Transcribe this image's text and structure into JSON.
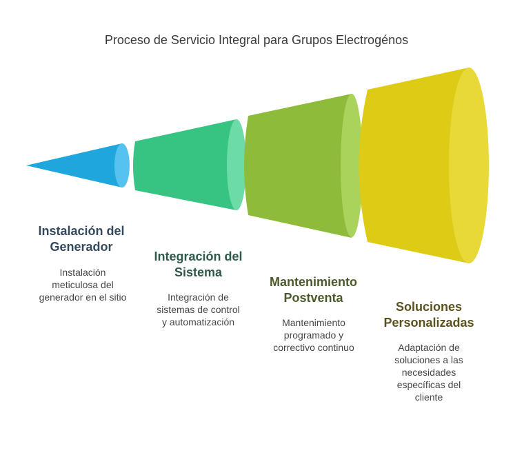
{
  "title": "Proceso de Servicio Integral para Grupos Electrogénos",
  "stages": [
    {
      "heading_line1": "Instalación del",
      "heading_line2": "Generador",
      "desc_lines": [
        "Instalación",
        "meticulosa del",
        "generador en el sitio"
      ],
      "color": "#1fa6dc",
      "rim_color": "#56c3ee",
      "heading_color": "#34495e"
    },
    {
      "heading_line1": "Integración del",
      "heading_line2": "Sistema",
      "desc_lines": [
        "Integración de",
        "sistemas de control",
        "y automatización"
      ],
      "color": "#37c483",
      "rim_color": "#6ddba7",
      "heading_color": "#2e5a47"
    },
    {
      "heading_line1": "Mantenimiento",
      "heading_line2": "Postventa",
      "desc_lines": [
        "Mantenimiento",
        "programado y",
        "correctivo continuo"
      ],
      "color": "#8ebc3a",
      "rim_color": "#a9d35b",
      "heading_color": "#4a5a2a"
    },
    {
      "heading_line1": "Soluciones",
      "heading_line2": "Personalizadas",
      "desc_lines": [
        "Adaptación de",
        "soluciones a las",
        "necesidades",
        "específicas del",
        "cliente"
      ],
      "color": "#ddcb16",
      "rim_color": "#e8d939",
      "heading_color": "#5a5120"
    }
  ]
}
